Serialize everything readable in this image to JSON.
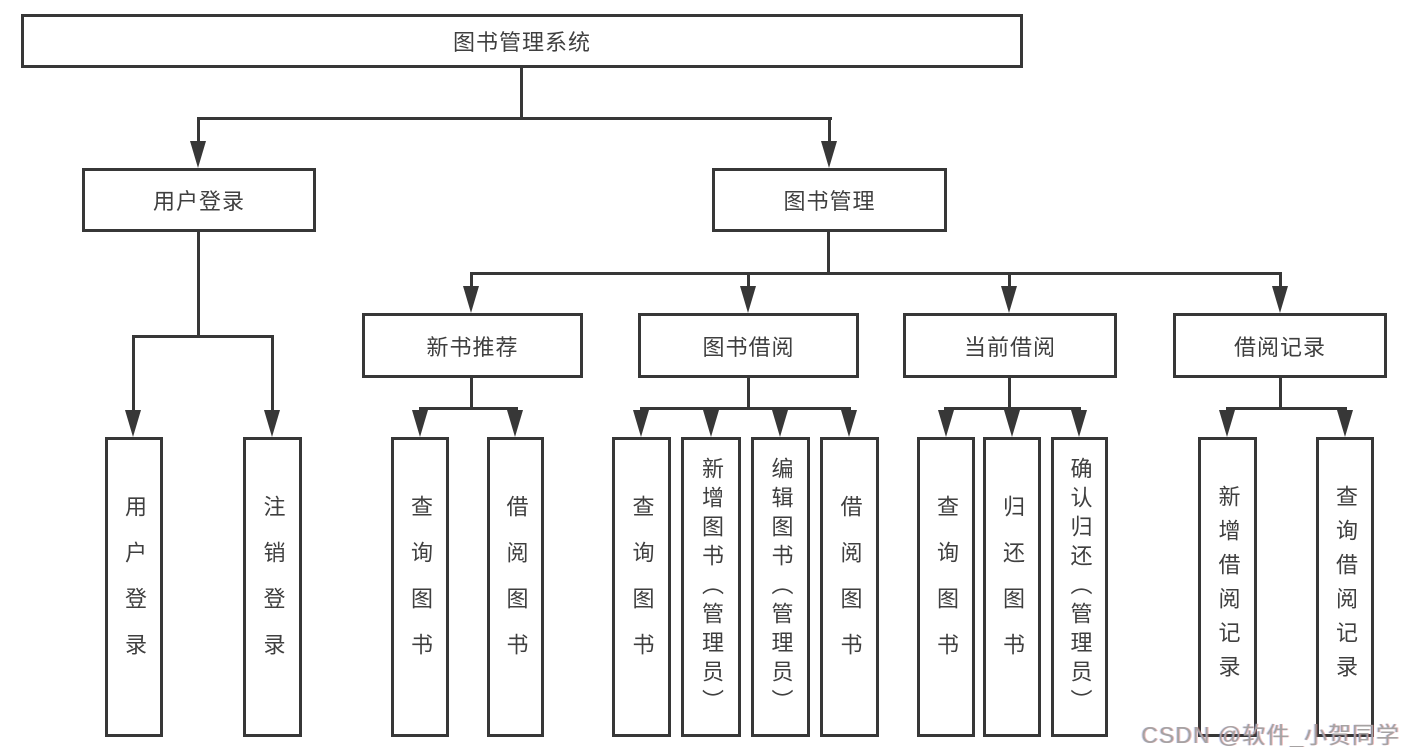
{
  "diagram": {
    "title": "图书管理系统",
    "level2": {
      "user_login": "用户登录",
      "book_mgmt": "图书管理"
    },
    "level3": {
      "new_book_rec": "新书推荐",
      "book_borrow": "图书借阅",
      "current_borrow": "当前借阅",
      "borrow_record": "借阅记录"
    },
    "leaves": {
      "user_login": {
        "login": "用户登录",
        "logout": "注销登录"
      },
      "new_book_rec": {
        "query": "查询图书",
        "borrow": "借阅图书"
      },
      "book_borrow": {
        "query": "查询图书",
        "add": "新增图书（管理员）",
        "edit": "编辑图书（管理员）",
        "borrow": "借阅图书"
      },
      "current_borrow": {
        "query": "查询图书",
        "return": "归还图书",
        "confirm": "确认归还（管理员）"
      },
      "borrow_record": {
        "add": "新增借阅记录",
        "query": "查询借阅记录"
      }
    }
  },
  "watermark": {
    "text": "CSDN @软件_小贺同学"
  },
  "colors": {
    "line": "#373737",
    "text": "#3f3f3f",
    "watermark": "#a5a2a2",
    "background": "#ffffff"
  }
}
